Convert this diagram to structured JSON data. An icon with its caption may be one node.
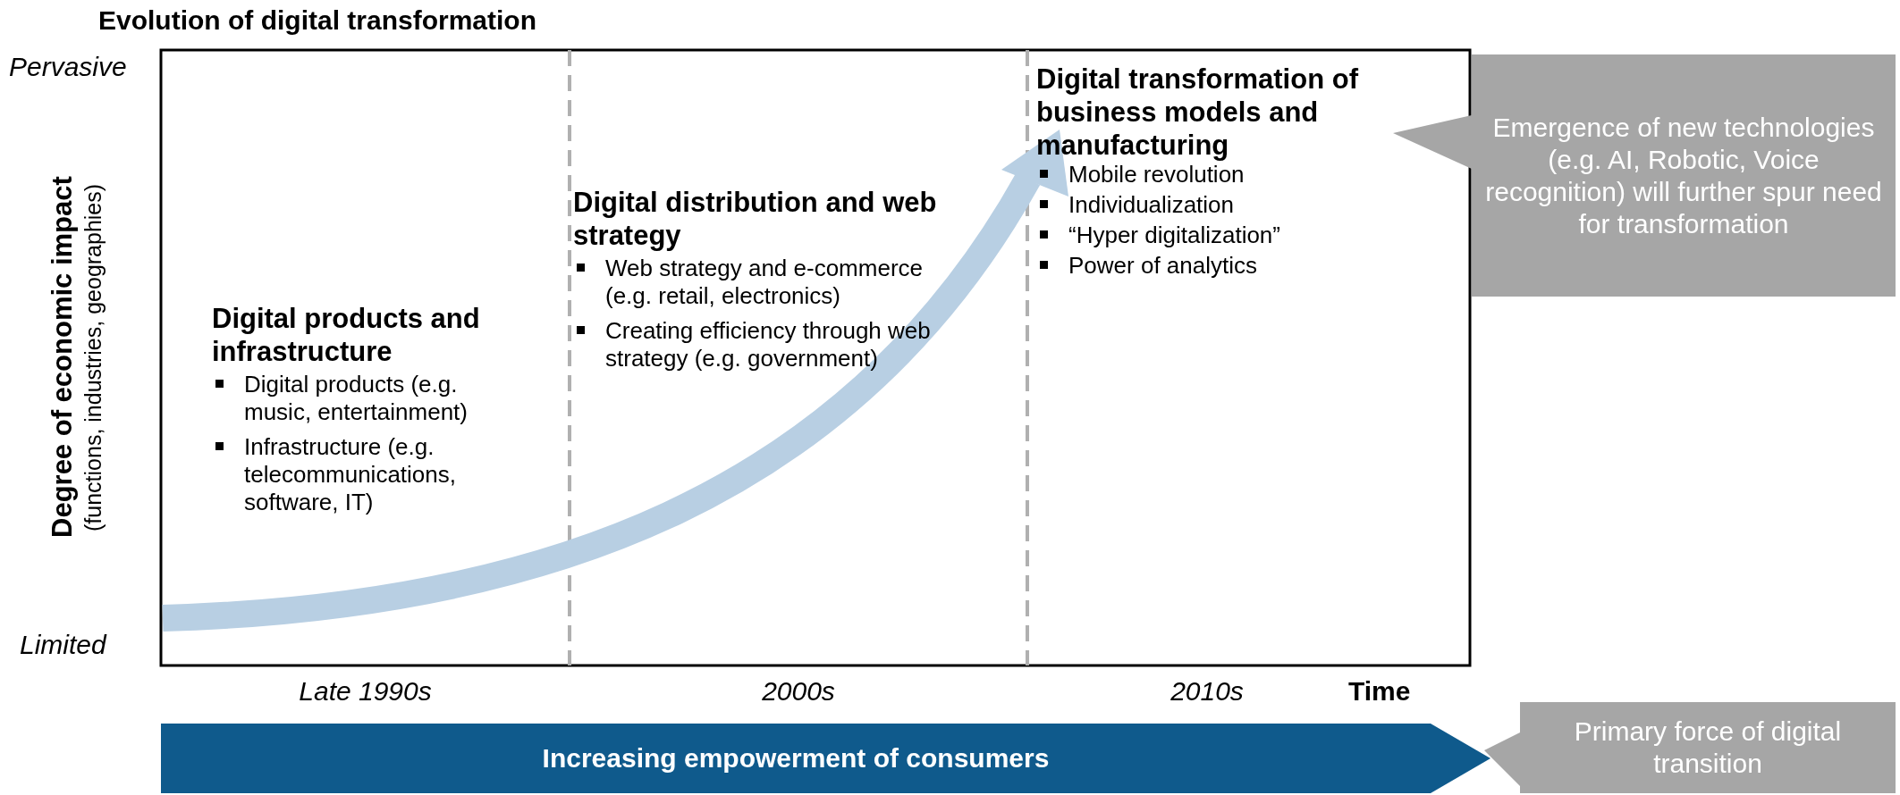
{
  "diagram": {
    "title": "Evolution of digital transformation",
    "nodes": [
      {
        "text": [
          "Emergence of new technologies (e.g. AI, Robotic, Voice recognition) will further spur need for transformation"
        ]
      },
      {
        "text": [
          "Increasing empowerment of consumers"
        ]
      },
      {
        "text": [
          "Primary force of digital transition"
        ]
      }
    ],
    "labels": [
      "Pervasive",
      "Degree of economic impact",
      "(functions, industries, geographies)",
      "Limited",
      "Digital products and infrastructure",
      "Digital products (e.g. music, entertainment)",
      "Infrastructure (e.g. telecommunications, software, IT)",
      "Digital distribution and web strategy",
      "Web strategy and e-commerce (e.g. retail, electronics)",
      "Creating efficiency through web strategy (e.g. government)",
      "Digital transformation of business models and manufacturing",
      "Mobile revolution",
      "Individualization",
      "“Hyper digitalization”",
      "Power of analytics",
      "Late 1990s",
      "2000s",
      "2010s",
      "Time"
    ]
  }
}
